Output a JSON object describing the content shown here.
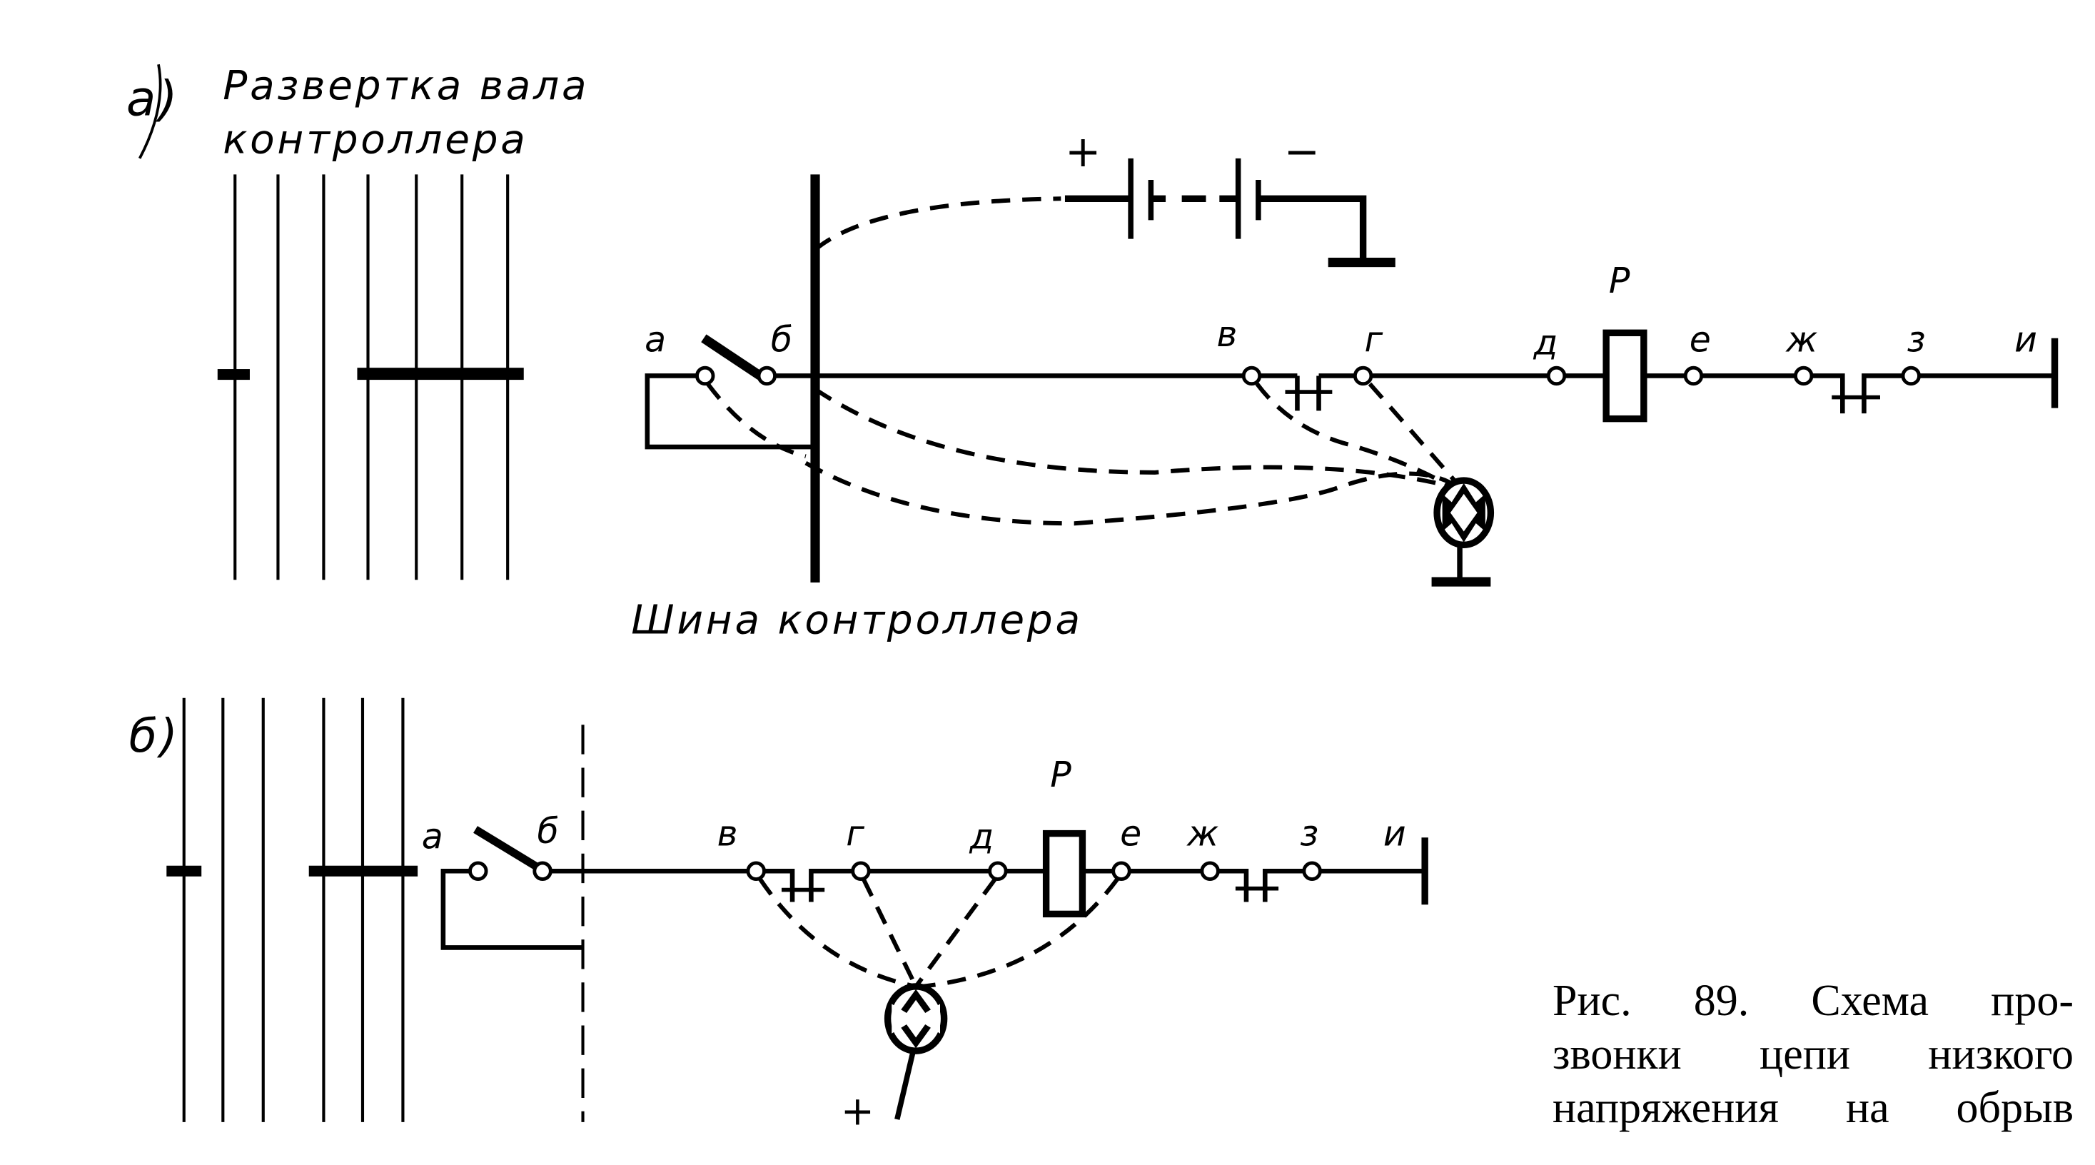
{
  "figure": {
    "panel_a": {
      "marker": "а)",
      "title_line1": "Развертка вала",
      "title_line2": "контроллера",
      "bus_label": "Шина контроллера",
      "battery_plus": "+",
      "battery_minus": "−",
      "relay_label": "Р",
      "terminals": [
        "а",
        "б",
        "в",
        "г",
        "д",
        "е",
        "ж",
        "з",
        "и"
      ]
    },
    "panel_b": {
      "marker": "б)",
      "relay_label": "Р",
      "lamp_plus": "+",
      "terminals": [
        "а",
        "б",
        "в",
        "г",
        "д",
        "е",
        "ж",
        "з",
        "и"
      ]
    },
    "caption": {
      "line1": "Рис. 89. Схема про-",
      "line2": "звонки цепи низкого",
      "line3": "напряжения на обрыв"
    }
  }
}
